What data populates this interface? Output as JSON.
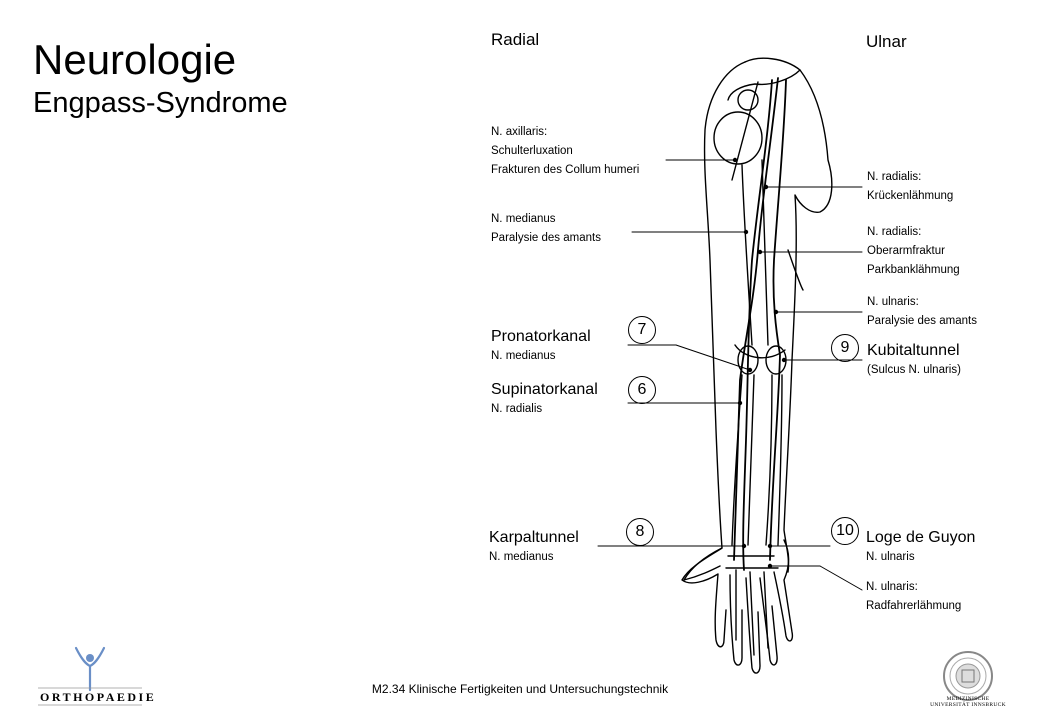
{
  "slide": {
    "title": "Neurologie",
    "subtitle": "Engpass-Syndrome",
    "footer": "M2.34 Klinische Fertigkeiten und Untersuchungstechnik"
  },
  "logos": {
    "left_text": "ORTHOPAEDIE",
    "right_text": "MEDIZINISCHE UNIVERSITÄT INNSBRUCK"
  },
  "diagram": {
    "radial_heading": "Radial",
    "ulnar_heading": "Ulnar",
    "axillaris": [
      "N. axillaris:",
      "Schulterluxation",
      "Frakturen des Collum humeri"
    ],
    "medianus_upper": [
      "N. medianus",
      "Paralysie des amants"
    ],
    "pronator": {
      "number": "7",
      "title": "Pronatorkanal",
      "nerve": "N. medianus"
    },
    "supinator": {
      "number": "6",
      "title": "Supinatorkanal",
      "nerve": "N. radialis"
    },
    "karpal": {
      "number": "8",
      "title": "Karpaltunnel",
      "nerve": "N. medianus"
    },
    "radialis_krucken": [
      "N. radialis:",
      "Krückenlähmung"
    ],
    "radialis_oberarm": [
      "N. radialis:",
      "Oberarmfraktur",
      "Parkbanklähmung"
    ],
    "ulnaris_upper": [
      "N. ulnaris:",
      "Paralysie des amants"
    ],
    "kubital": {
      "number": "9",
      "title": "Kubitaltunnel",
      "note": "(Sulcus N. ulnaris)"
    },
    "guyon": {
      "number": "10",
      "title": "Loge de Guyon",
      "nerve": "N. ulnaris"
    },
    "radfahrer": [
      "N. ulnaris:",
      "Radfahrerlähmung"
    ]
  }
}
